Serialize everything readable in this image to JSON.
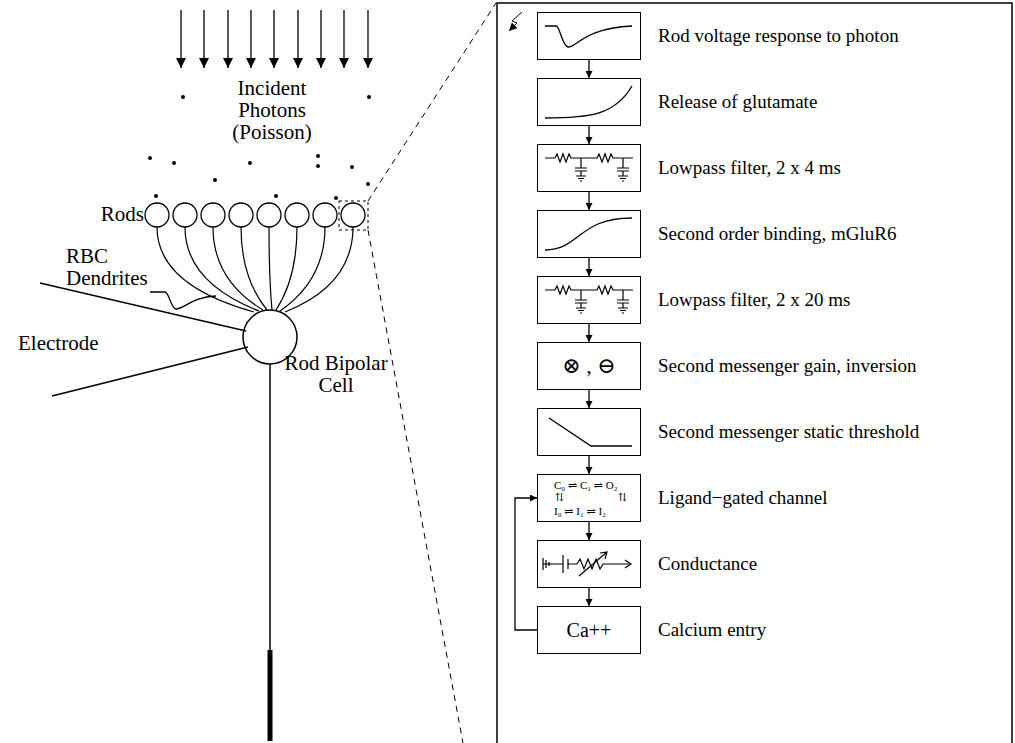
{
  "diagram": {
    "nodes": [
      {
        "text": [
          "Rod voltage response to photon"
        ]
      },
      {
        "text": [
          "Release of glutamate"
        ]
      },
      {
        "text": [
          "Lowpass filter, 2 x 4 ms"
        ]
      },
      {
        "text": [
          "Second order binding, mGluR6"
        ]
      },
      {
        "text": [
          "Lowpass filter, 2 x 20 ms"
        ]
      },
      {
        "text": [
          "⊗ , ⊖",
          "Second messenger gain, inversion"
        ]
      },
      {
        "text": [
          "Second messenger static threshold"
        ]
      },
      {
        "text": [
          "C₀ ⇌ C₁ ⇌ O₂",
          "⇅",
          "⇅",
          "I₀ ⇌ I₁ ⇌ I₂",
          "Ligand−gated channel"
        ]
      },
      {
        "text": [
          "Conductance"
        ]
      },
      {
        "text": [
          "Ca++",
          "Calcium entry"
        ]
      }
    ],
    "edges": [
      {
        "from": 0,
        "to": 1,
        "arrow": "to"
      },
      {
        "from": 1,
        "to": 2,
        "arrow": "to"
      },
      {
        "from": 2,
        "to": 3,
        "arrow": "to"
      },
      {
        "from": 3,
        "to": 4,
        "arrow": "to"
      },
      {
        "from": 4,
        "to": 5,
        "arrow": "to"
      },
      {
        "from": 5,
        "to": 6,
        "arrow": "to"
      },
      {
        "from": 6,
        "to": 7,
        "arrow": "to"
      },
      {
        "from": 7,
        "to": 8,
        "arrow": "to"
      },
      {
        "from": 8,
        "to": 9,
        "arrow": "to"
      },
      {
        "from": 9,
        "to": 7,
        "arrow": "to"
      }
    ],
    "labels": [
      "Incident Photons (Poisson)",
      "Rods",
      "RBC Dendrites",
      "Electrode",
      "Rod Bipolar Cell"
    ]
  }
}
